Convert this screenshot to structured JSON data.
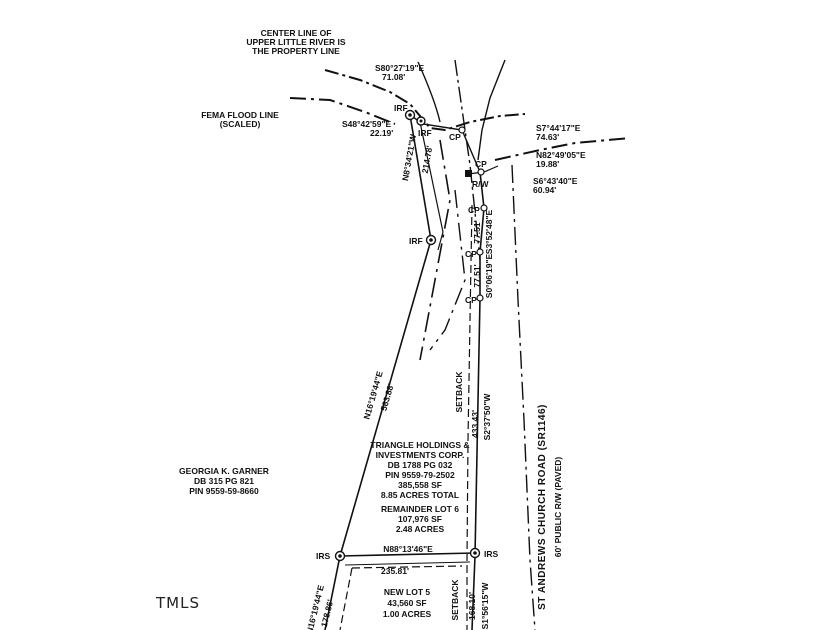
{
  "river_note": [
    "CENTER LINE OF",
    "UPPER LITTLE RIVER IS",
    "THE PROPERTY LINE"
  ],
  "flood_note": [
    "FEMA FLOOD LINE",
    "(SCALED)"
  ],
  "bearings": {
    "b1": "S80°27'19\"E",
    "d1": "71.08'",
    "b2": "S48°42'59\"E",
    "d2": "22.19'",
    "b3": "S7°44'17\"E",
    "d3": "74.63'",
    "b4": "N82°49'05\"E",
    "d4": "19.88'",
    "b5": "S6°43'40\"E",
    "d5": "60.94'",
    "b6": "N8°34'21\"W",
    "d6": "214.78'",
    "b7": "S3°52'48\"E",
    "d7": "77.51'",
    "b8": "S0°06'19\"E",
    "d8": "77.51'",
    "b9": "N16°19'44\"E",
    "d9": "563.88'",
    "b10": "S2°37'50\"W",
    "d10": "433.43'",
    "b11": "N88°13'46\"E",
    "d11": "235.81'",
    "b12": "N16°19'44\"E",
    "d12": "178.86'",
    "b13": "S1°56'15\"W",
    "d13": "168.10'"
  },
  "points": {
    "irf": "IRF",
    "cp": "CP",
    "rw": "R/W",
    "irs": "IRS"
  },
  "setback": "SETBACK",
  "owner": [
    "TRIANGLE HOLDINGS &",
    "INVESTMENTS CORP.",
    "DB 1788 PG 032",
    "PIN 9559-79-2502",
    "385,558 SF",
    "8.85 ACRES TOTAL"
  ],
  "remainder_lot": [
    "REMAINDER LOT 6",
    "107,976 SF",
    "2.48 ACRES"
  ],
  "adjoiner": [
    "GEORGIA K. GARNER",
    "DB 315 PG 821",
    "PIN 9559-59-8660"
  ],
  "road": [
    "ST ANDREWS CHURCH ROAD (SR1146)",
    "60' PUBLIC R/W (PAVED)"
  ],
  "new_lot": [
    "NEW LOT 5",
    "43,560 SF",
    "1.00 ACRES"
  ],
  "watermark": "TMLS"
}
